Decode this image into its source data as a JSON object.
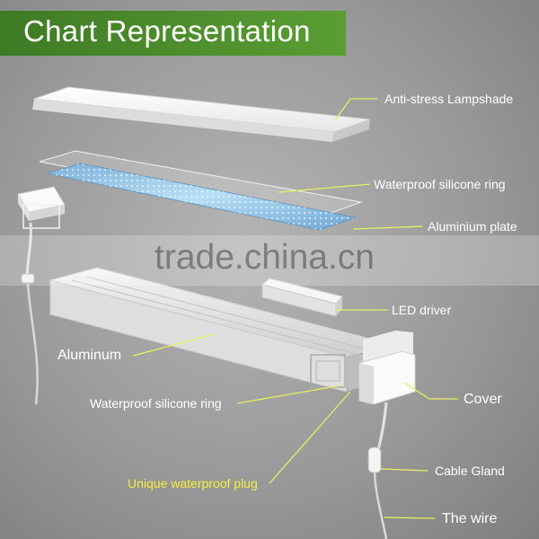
{
  "title": "Chart Representation",
  "watermark": "trade.china.cn",
  "labels": {
    "lampshade": "Anti-stress Lampshade",
    "silicone_ring_top": "Waterproof silicone ring",
    "aluminium_plate": "Aluminium  plate",
    "led_driver": "LED driver",
    "aluminum": "Aluminum",
    "cover": "Cover",
    "silicone_ring_bottom": "Waterproof silicone ring",
    "cable_gland": "Cable Gland",
    "waterproof_plug": "Unique waterproof plug",
    "wire": "The wire"
  },
  "colors": {
    "title_bar": "#4a8a2c",
    "leader_line": "#e8f060",
    "highlight_label": "#f5ef3a"
  }
}
